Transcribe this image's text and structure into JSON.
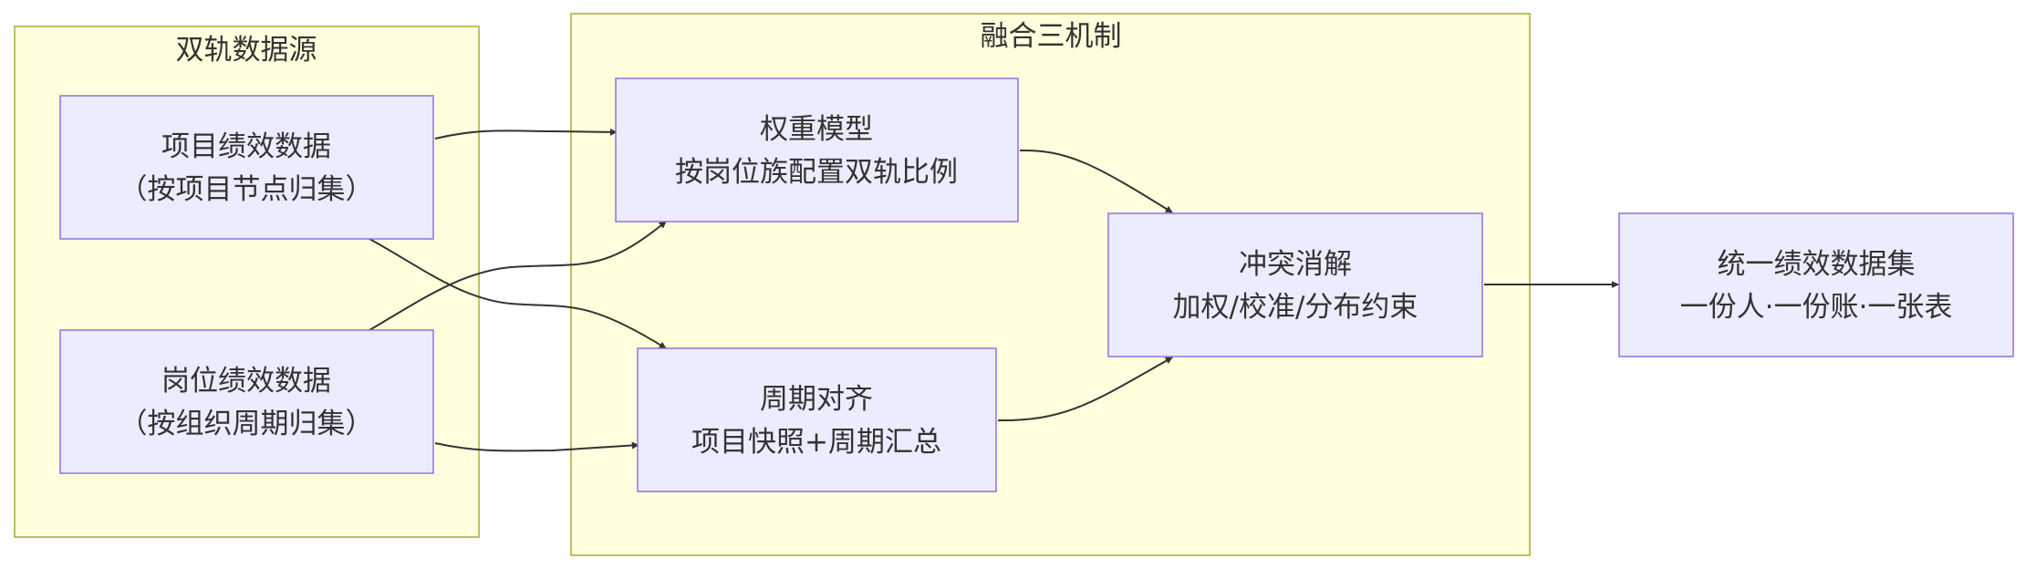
{
  "clusters": {
    "sources": {
      "title": "双轨数据源"
    },
    "fusion": {
      "title": "融合三机制"
    }
  },
  "nodes": {
    "project_data": {
      "line1": "项目绩效数据",
      "line2": "（按项目节点归集）"
    },
    "position_data": {
      "line1": "岗位绩效数据",
      "line2": "（按组织周期归集）"
    },
    "weight_model": {
      "line1": "权重模型",
      "line2": "按岗位族配置双轨比例"
    },
    "period_align": {
      "line1": "周期对齐",
      "line2": "项目快照+周期汇总"
    },
    "conflict": {
      "line1": "冲突消解",
      "line2": "加权/校准/分布约束"
    },
    "unified": {
      "line1": "统一绩效数据集",
      "line2": "一份人·一份账·一张表"
    }
  },
  "colors": {
    "cluster_fill": "#ffffde",
    "cluster_stroke": "#aaaa33",
    "node_fill": "#ececff",
    "node_stroke": "#9370db",
    "edge": "#333333",
    "text": "#333333"
  }
}
